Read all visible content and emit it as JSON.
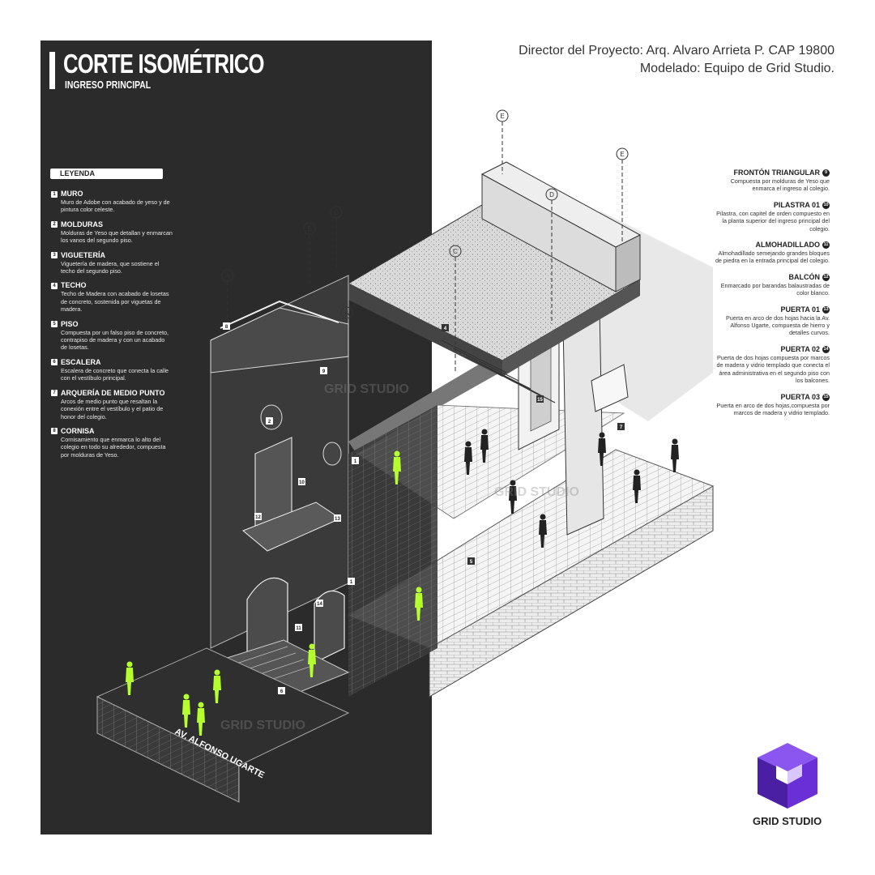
{
  "header": {
    "title": "CORTE ISOMÉTRICO",
    "subtitle": "INGRESO PRINCIPAL"
  },
  "credits": {
    "line1": "Director del Proyecto: Arq. Alvaro Arrieta P. CAP 19800",
    "line2": "Modelado: Equipo de Grid Studio."
  },
  "legend": {
    "heading": "LEYENDA",
    "items": [
      {
        "num": "1",
        "name": "MURO",
        "desc": "Muro de Adobe con acabado de yeso y de pintura color celeste."
      },
      {
        "num": "2",
        "name": "MOLDURAS",
        "desc": "Molduras de Yeso que detallan y enmarcan los vanos del segundo piso."
      },
      {
        "num": "3",
        "name": "VIGUETERÍA",
        "desc": "Viguetería de madera, que sostiene el techo del segundo piso."
      },
      {
        "num": "4",
        "name": "TECHO",
        "desc": "Techo de Madera con acabado de losetas de concreto, sostenida por viguetas de madera."
      },
      {
        "num": "5",
        "name": "PISO",
        "desc": "Compuesta por un falso piso de concreto, contrapiso de madera y con un acabado de losetas."
      },
      {
        "num": "6",
        "name": "ESCALERA",
        "desc": "Escalera de concreto que conecta la calle con el vestíbulo principal."
      },
      {
        "num": "7",
        "name": "ARQUERÍA DE MEDIO PUNTO",
        "desc": "Arcos de medio punto que resaltan la conexión entre el vestíbulo y el patio de honor del colegio."
      },
      {
        "num": "8",
        "name": "CORNISA",
        "desc": "Cornisamiento que enmarca lo alto del colegio en todo su alrededor, compuesta por molduras de Yeso."
      }
    ]
  },
  "notes": [
    {
      "num": "9",
      "name": "FRONTÓN TRIANGULAR",
      "desc": "Compuesta por molduras de Yeso que enmarca el ingreso al colegio."
    },
    {
      "num": "10",
      "name": "PILASTRA 01",
      "desc": "Pilastra, con capitel de orden compuesto en la planta superior del ingreso principal del colegio."
    },
    {
      "num": "11",
      "name": "ALMOHADILLADO",
      "desc": "Almohadillado semejando grandes bloques de piedra en la entrada principal del colegio."
    },
    {
      "num": "12",
      "name": "BALCÓN",
      "desc": "Enmarcado por barandas balaustradas de color blanco."
    },
    {
      "num": "13",
      "name": "PUERTA 01",
      "desc": "Puerta en arco de dos hojas hacia la Av. Alfonso Ugarte, compuesta de hierro y detalles curvos."
    },
    {
      "num": "14",
      "name": "PUERTA 02",
      "desc": "Puerta de dos hojas compuesta por marcos de madera y vidrio templado que conecta el área administrativa en el segundo piso con los balcones."
    },
    {
      "num": "15",
      "name": "PUERTA 03",
      "desc": "Puerta en arco de dos hojas,compuesta por marcos de madera y vidrio templado."
    }
  ],
  "drawing": {
    "street": "AV. ALFONSO UGARTE",
    "watermark": "GRID STUDIO",
    "axes": [
      "A",
      "A",
      "B",
      "C",
      "C",
      "D",
      "E",
      "E"
    ],
    "tags": [
      "1",
      "1",
      "2",
      "4",
      "5",
      "6",
      "7",
      "8",
      "9",
      "10",
      "11",
      "12",
      "13",
      "14",
      "15"
    ]
  },
  "brand": {
    "name": "GRID STUDIO",
    "color": "#6a2fd6"
  },
  "colors": {
    "figure": "#b6ff2e",
    "dark": "#2b2b2b"
  }
}
